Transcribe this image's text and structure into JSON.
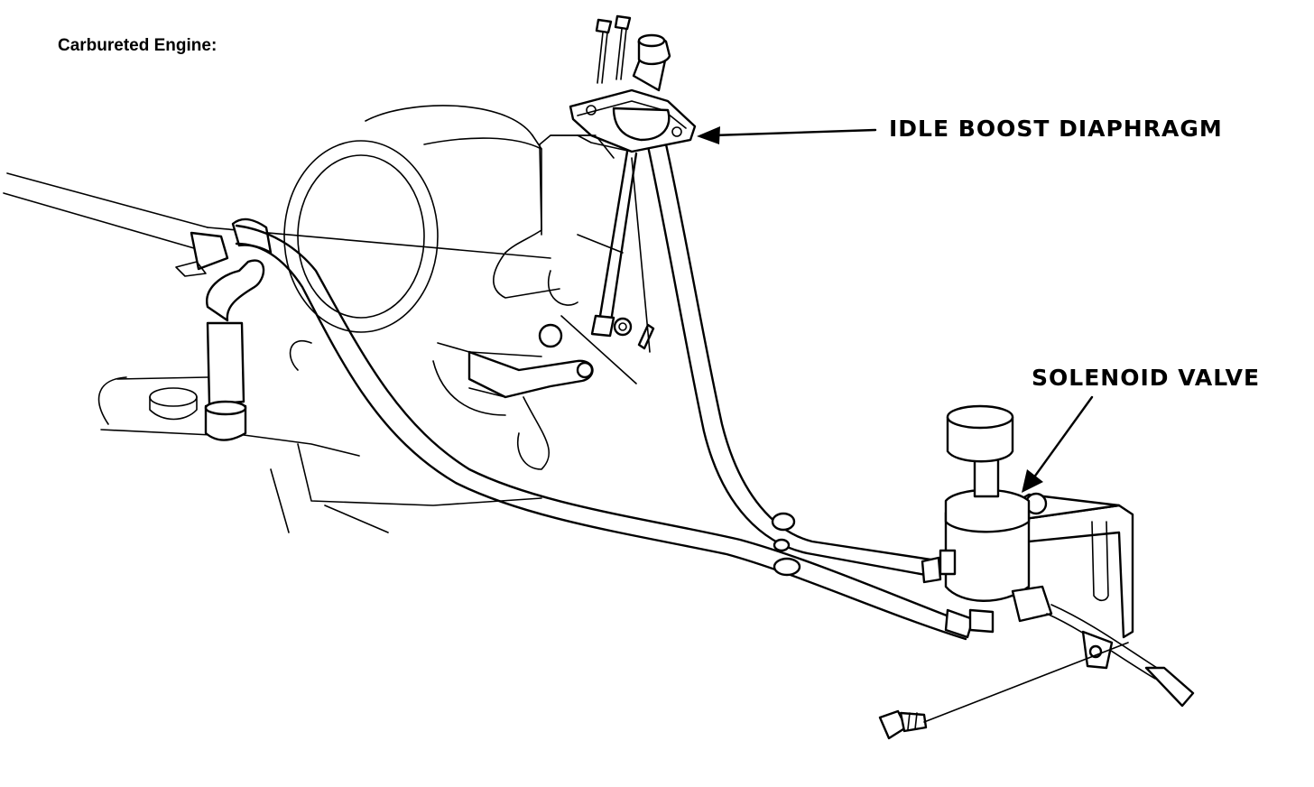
{
  "figure": {
    "caption": "Carbureted Engine:",
    "labels": {
      "idle_boost_diaphragm": "IDLE BOOST DIAPHRAGM",
      "solenoid_valve": "SOLENOID VALVE"
    },
    "colors": {
      "ink": "#000000",
      "paper": "#ffffff"
    }
  }
}
